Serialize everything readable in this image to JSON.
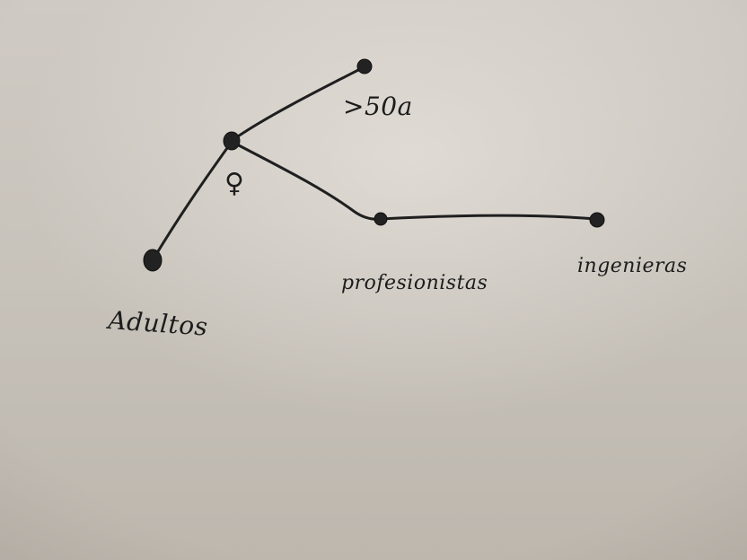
{
  "labels": {
    "adultos": "Adultos",
    "female_symbol": "♀",
    "over_50": ">50a",
    "profesionistas": "profesionistas",
    "ingenieras": "ingenieras"
  },
  "colors": {
    "ink": "#1f1f1f",
    "board": "#cac5bd"
  }
}
